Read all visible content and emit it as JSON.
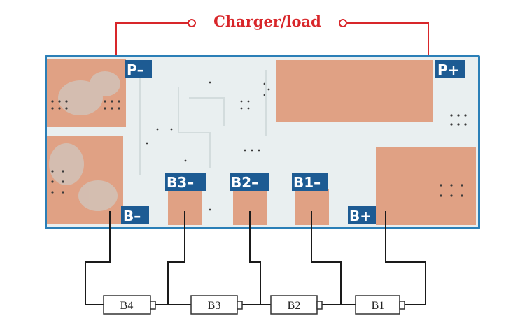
{
  "title": "Charger/load",
  "colors": {
    "title": "#d8262a",
    "wire_red": "#d8262a",
    "wire_black": "#1a1a1a",
    "pcb_border": "#2b7fb7",
    "pcb_body": "#e9eff0",
    "copper": "#e0a184",
    "label_bg": "#1d5b93"
  },
  "pcb_labels": {
    "p_minus": "P–",
    "p_plus": "P+",
    "b_minus": "B–",
    "b3_minus": "B3–",
    "b2_minus": "B2–",
    "b1_minus": "B1–",
    "b_plus": "B+"
  },
  "cells": [
    "B4",
    "B3",
    "B2",
    "B1"
  ]
}
